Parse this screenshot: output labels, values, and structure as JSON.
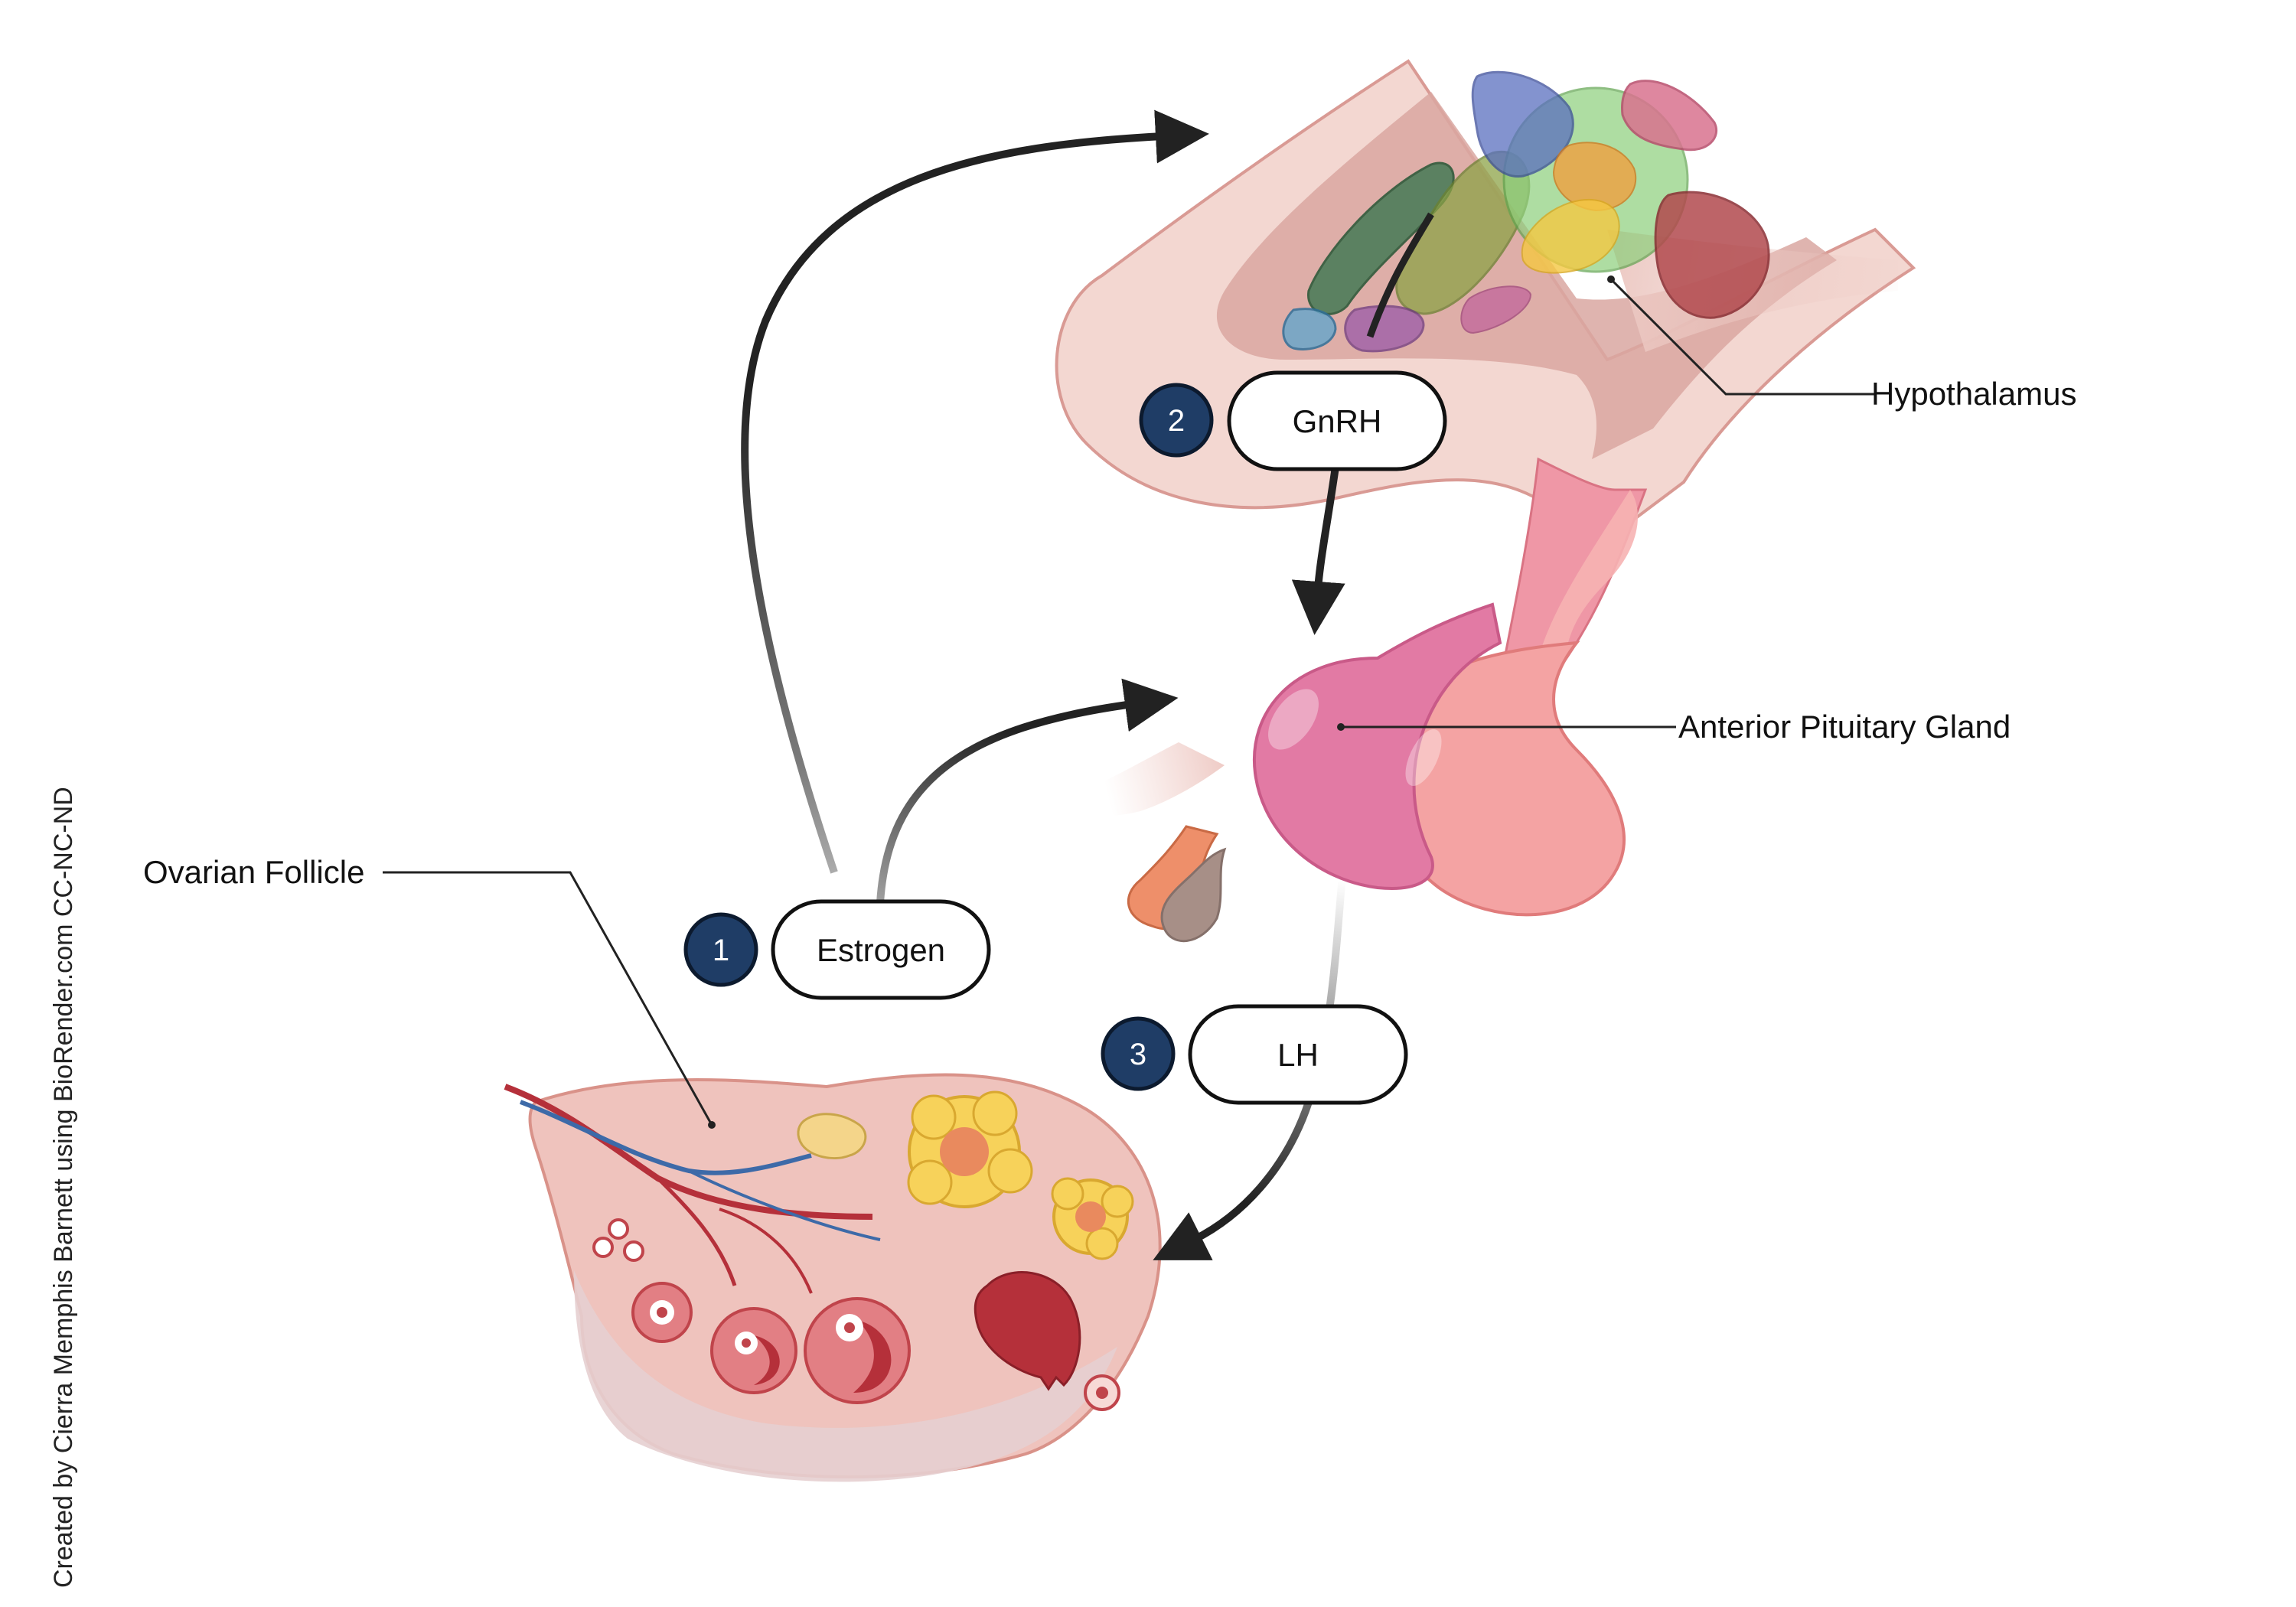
{
  "labels": {
    "hypothalamus": "Hypothalamus",
    "pituitary": "Anterior Pituitary Gland",
    "follicle": "Ovarian Follicle"
  },
  "steps": [
    {
      "number": "1",
      "hormone": "Estrogen"
    },
    {
      "number": "2",
      "hormone": "GnRH"
    },
    {
      "number": "3",
      "hormone": "LH"
    }
  ],
  "credit": "Created by Cierra Memphis Barnett using BioRender.com CC-NC-ND",
  "colors": {
    "badge": "#1f3d66",
    "arrow": "#222222",
    "tissue": "#ecc3bc",
    "pituitary_front": "#e07aa3",
    "pituitary_back": "#f2a0a0",
    "follicle_yellow": "#f7d25a"
  },
  "icons": {
    "hypothalamus": "brain-hypothalamus-illustration",
    "pituitary": "pituitary-gland-illustration",
    "ovary": "ovary-illustration"
  }
}
